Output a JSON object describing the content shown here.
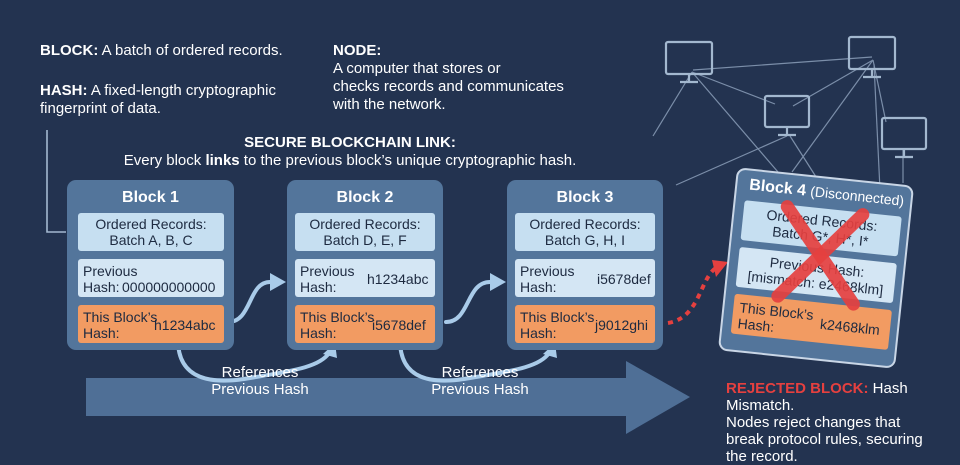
{
  "definitions": {
    "block": {
      "term": "BLOCK:",
      "text": "A batch of ordered records."
    },
    "hash": {
      "term": "HASH:",
      "text_line1": "A fixed-length cryptographic",
      "text_line2": "fingerprint of data."
    },
    "node": {
      "term": "NODE:",
      "text_line1": "A computer that stores or",
      "text_line2": "checks records and communicates",
      "text_line3": "with the network."
    }
  },
  "header": {
    "title": "SECURE BLOCKCHAIN LINK:",
    "sub_pre": "Every block ",
    "sub_bold": "links",
    "sub_post": " to the previous block’s unique cryptographic hash."
  },
  "blocks": [
    {
      "title": "Block 1",
      "records_label": "Ordered Records:",
      "records_value": "Batch A, B, C",
      "prev_label_1": "Previous",
      "prev_label_2": "Hash:",
      "prev_value": "000000000000",
      "this_label_1": "This Block’s",
      "this_label_2": "Hash:",
      "this_value": "h1234abc"
    },
    {
      "title": "Block 2",
      "records_label": "Ordered Records:",
      "records_value": "Batch D, E, F",
      "prev_label_1": "Previous",
      "prev_label_2": "Hash:",
      "prev_value": "h1234abc",
      "this_label_1": "This Block’s",
      "this_label_2": "Hash:",
      "this_value": "i5678def"
    },
    {
      "title": "Block 3",
      "records_label": "Ordered Records:",
      "records_value": "Batch G, H, I",
      "prev_label_1": "Previous",
      "prev_label_2": "Hash:",
      "prev_value": "i5678def",
      "this_label_1": "This Block’s",
      "this_label_2": "Hash:",
      "this_value": "j9012ghi"
    }
  ],
  "block4": {
    "title": "Block 4",
    "status": "(Disconnected)",
    "records_label": "Ordered Records:",
    "records_value": "Batch G*, H*, I*",
    "prev_label": "Previous Hash:",
    "prev_value": "[mismatch: e2468klm]",
    "this_label_1": "This Block’s",
    "this_label_2": "Hash:",
    "this_value": "k2468klm"
  },
  "references": {
    "line1": "References",
    "line2": "Previous Hash"
  },
  "rejected": {
    "title": "REJECTED BLOCK:",
    "title_rest": " Hash Mismatch.",
    "line1": "Nodes reject changes that",
    "line2": "break protocol rules, securing",
    "line3": "the record."
  },
  "colors": {
    "background": "#233350",
    "block_fill": "#53759b",
    "records_cell": "#c6dff1",
    "this_hash_cell": "#f29b62",
    "arrow": "#4f6f96",
    "link_arrow": "#a9cbe9",
    "reject_red": "#e5403f"
  },
  "icons": [
    "computer-monitor-icon",
    "x-mark-icon",
    "dotted-arrow-icon"
  ]
}
